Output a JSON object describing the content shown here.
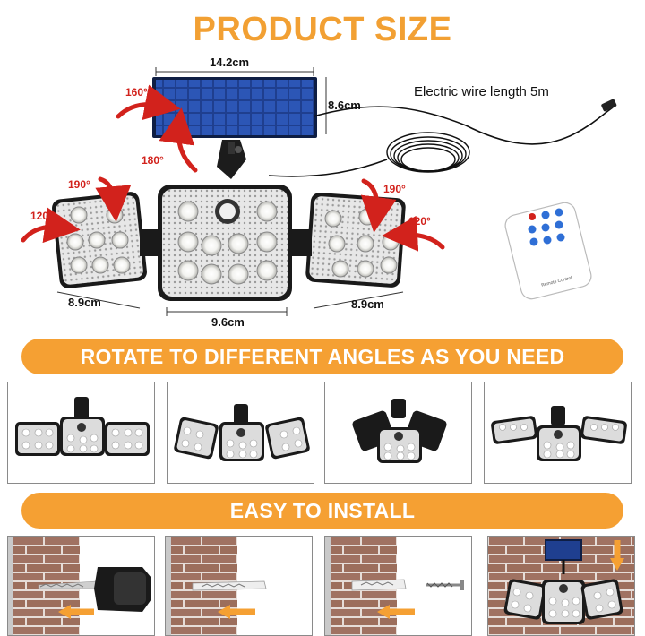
{
  "title": "PRODUCT SIZE",
  "dimensions": {
    "panel_width": "14.2cm",
    "panel_height": "8.6cm",
    "left_head_width": "8.9cm",
    "center_head_width": "9.6cm",
    "right_head_width": "8.9cm"
  },
  "angles": {
    "panel_top": "160°",
    "panel_bottom": "180°",
    "left_top": "190°",
    "left_side": "120°",
    "right_top": "190°",
    "right_side": "120°"
  },
  "wire_label": "Electric wire length 5m",
  "remote_label": "Remote Control",
  "banners": {
    "rotate": "ROTATE TO DIFFERENT ANGLES AS YOU NEED",
    "install": "EASY TO INSTALL"
  },
  "colors": {
    "accent_orange": "#f5a033",
    "title_orange": "#f2a033",
    "arrow_red": "#d2221c",
    "solar_blue": "#1f3f8f",
    "brick": "#9c6e5c"
  }
}
